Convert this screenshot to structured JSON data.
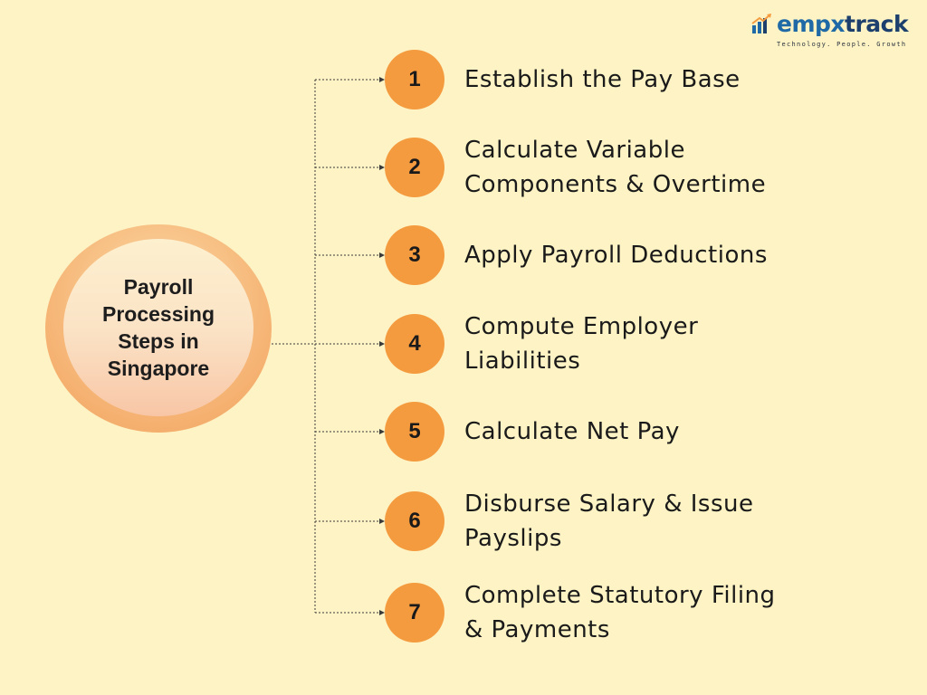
{
  "brand": {
    "name_part1": "empx",
    "name_part2": "track",
    "tagline": "Technology. People. Growth",
    "icon": "bar-chart-arrow-icon",
    "colors": {
      "primary": "#1f6aa6",
      "dark": "#1c3f6e",
      "accent": "#f59b3f"
    }
  },
  "hub": {
    "title": "Payroll\nProcessing\nSteps in\nSingapore"
  },
  "steps": [
    {
      "number": "1",
      "label": "Establish the Pay Base"
    },
    {
      "number": "2",
      "label": "Calculate Variable\nComponents & Overtime"
    },
    {
      "number": "3",
      "label": "Apply Payroll Deductions"
    },
    {
      "number": "4",
      "label": "Compute Employer\nLiabilities"
    },
    {
      "number": "5",
      "label": "Calculate Net Pay"
    },
    {
      "number": "6",
      "label": "Disburse Salary & Issue\nPayslips"
    },
    {
      "number": "7",
      "label": "Complete Statutory Filing\n& Payments"
    }
  ],
  "colors": {
    "background": "#fdf3c4",
    "step_circle": "#f59b3f",
    "text": "#1a1a1a",
    "connector": "#3a3a3a"
  }
}
